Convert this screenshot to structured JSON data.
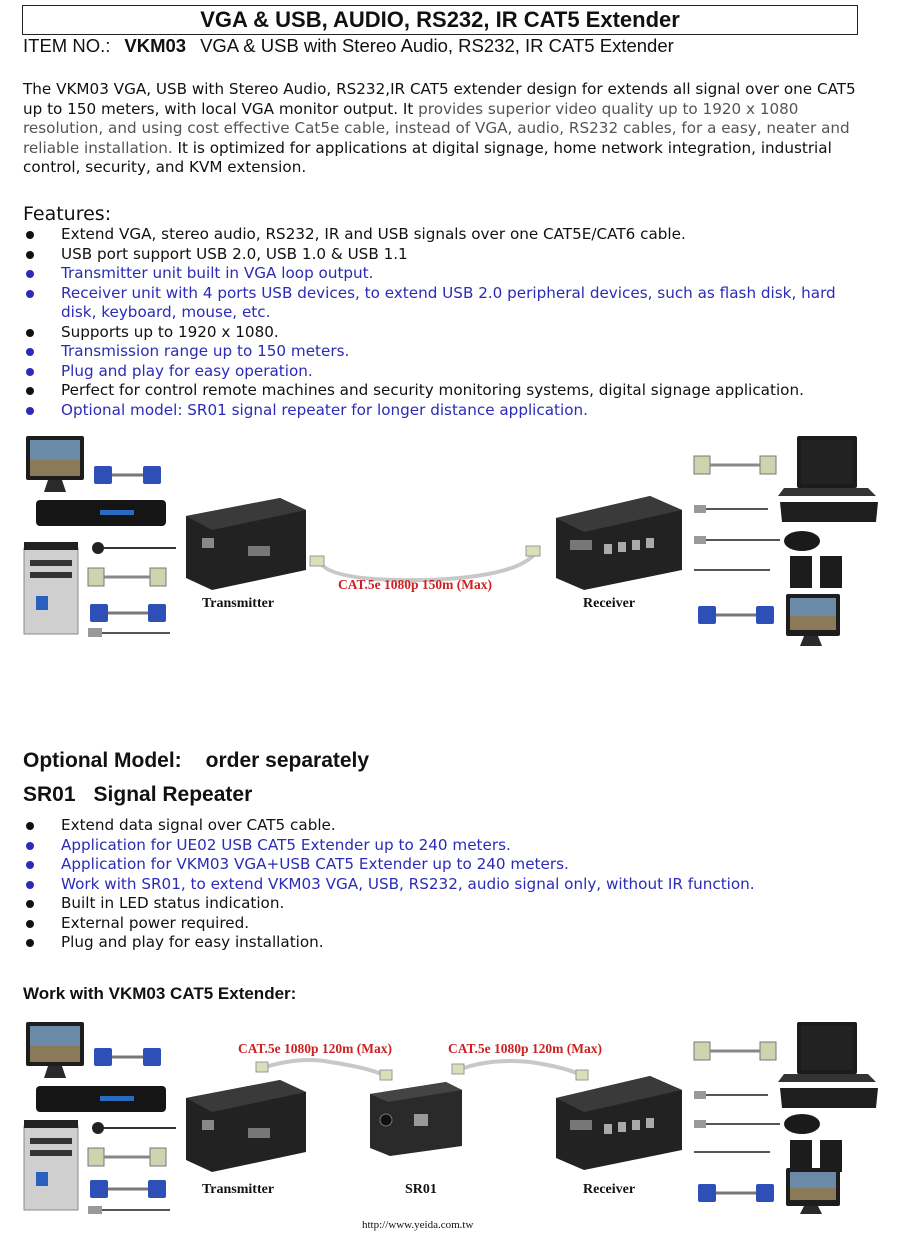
{
  "header": {
    "title": "VGA & USB, AUDIO, RS232, IR CAT5 Extender",
    "item_no_label": "ITEM NO.:",
    "model": "VKM03",
    "model_desc": "VGA & USB with Stereo Audio, RS232, IR CAT5 Extender"
  },
  "intro": {
    "part1": "The VKM03 VGA, USB with Stereo Audio, RS232,IR CAT5 extender design for extends all signal over one CAT5 up to 150 meters, with local VGA monitor output.   It ",
    "part2": "provides superior video quality up to 1920 x 1080 resolution, and using cost effective Cat5e cable, instead of VGA, audio, RS232 cables, for a easy, neater and reliable installation.",
    "part3": "   It is optimized for applications at digital signage, home network integration, industrial control, security, and KVM extension."
  },
  "features": {
    "heading": "Features:",
    "items": [
      {
        "text": "Extend VGA, stereo audio, RS232, IR and USB signals over one CAT5E/CAT6 cable.",
        "color": "#111111"
      },
      {
        "text": "USB port support USB 2.0, USB 1.0 & USB 1.1",
        "color": "#111111"
      },
      {
        "text": "Transmitter unit built in VGA loop output.",
        "color": "#2b2bb8"
      },
      {
        "text": "Receiver unit with 4 ports USB devices, to extend USB 2.0 peripheral devices, such as flash disk, hard disk, keyboard, mouse, etc.",
        "color": "#2b2bb8"
      },
      {
        "text": "Supports up to 1920 x 1080.",
        "color": "#111111"
      },
      {
        "text": "Transmission range up to 150 meters.",
        "color": "#2b2bb8"
      },
      {
        "text": "Plug and play for easy operation.",
        "color": "#2b2bb8"
      },
      {
        "text": "Perfect for control remote machines and security monitoring systems, digital signage application.",
        "color": "#111111"
      },
      {
        "text": "Optional model: SR01 signal repeater for longer distance application.",
        "color": "#2b2bb8"
      }
    ]
  },
  "diagram1": {
    "transmitter": "Transmitter",
    "receiver": "Receiver",
    "cable": "CAT.5e 1080p 150m (Max)"
  },
  "optional": {
    "heading": "Optional Model:",
    "heading_note": "order separately",
    "model": "SR01",
    "model_name": "Signal Repeater",
    "items": [
      {
        "text": "Extend data signal over CAT5 cable.",
        "color": "#111111"
      },
      {
        "text": "Application for UE02 USB CAT5 Extender up to 240 meters.",
        "color": "#2b2bb8"
      },
      {
        "text": "Application for VKM03 VGA+USB CAT5 Extender up to 240 meters.",
        "color": "#2b2bb8"
      },
      {
        "text": "Work with SR01, to extend VKM03 VGA, USB, RS232, audio signal only, without IR function.",
        "color": "#2b2bb8"
      },
      {
        "text": "Built in LED status indication.",
        "color": "#111111"
      },
      {
        "text": "External power required.",
        "color": "#111111"
      },
      {
        "text": "Plug and play for easy installation.",
        "color": "#111111"
      }
    ]
  },
  "diagram2": {
    "heading": "Work with VKM03 CAT5 Extender:",
    "transmitter": "Transmitter",
    "repeater": "SR01",
    "receiver": "Receiver",
    "cable1": "CAT.5e 1080p 120m (Max)",
    "cable2": "CAT.5e 1080p 120m (Max)"
  },
  "footer": {
    "url": "http://www.yeida.com.tw"
  }
}
